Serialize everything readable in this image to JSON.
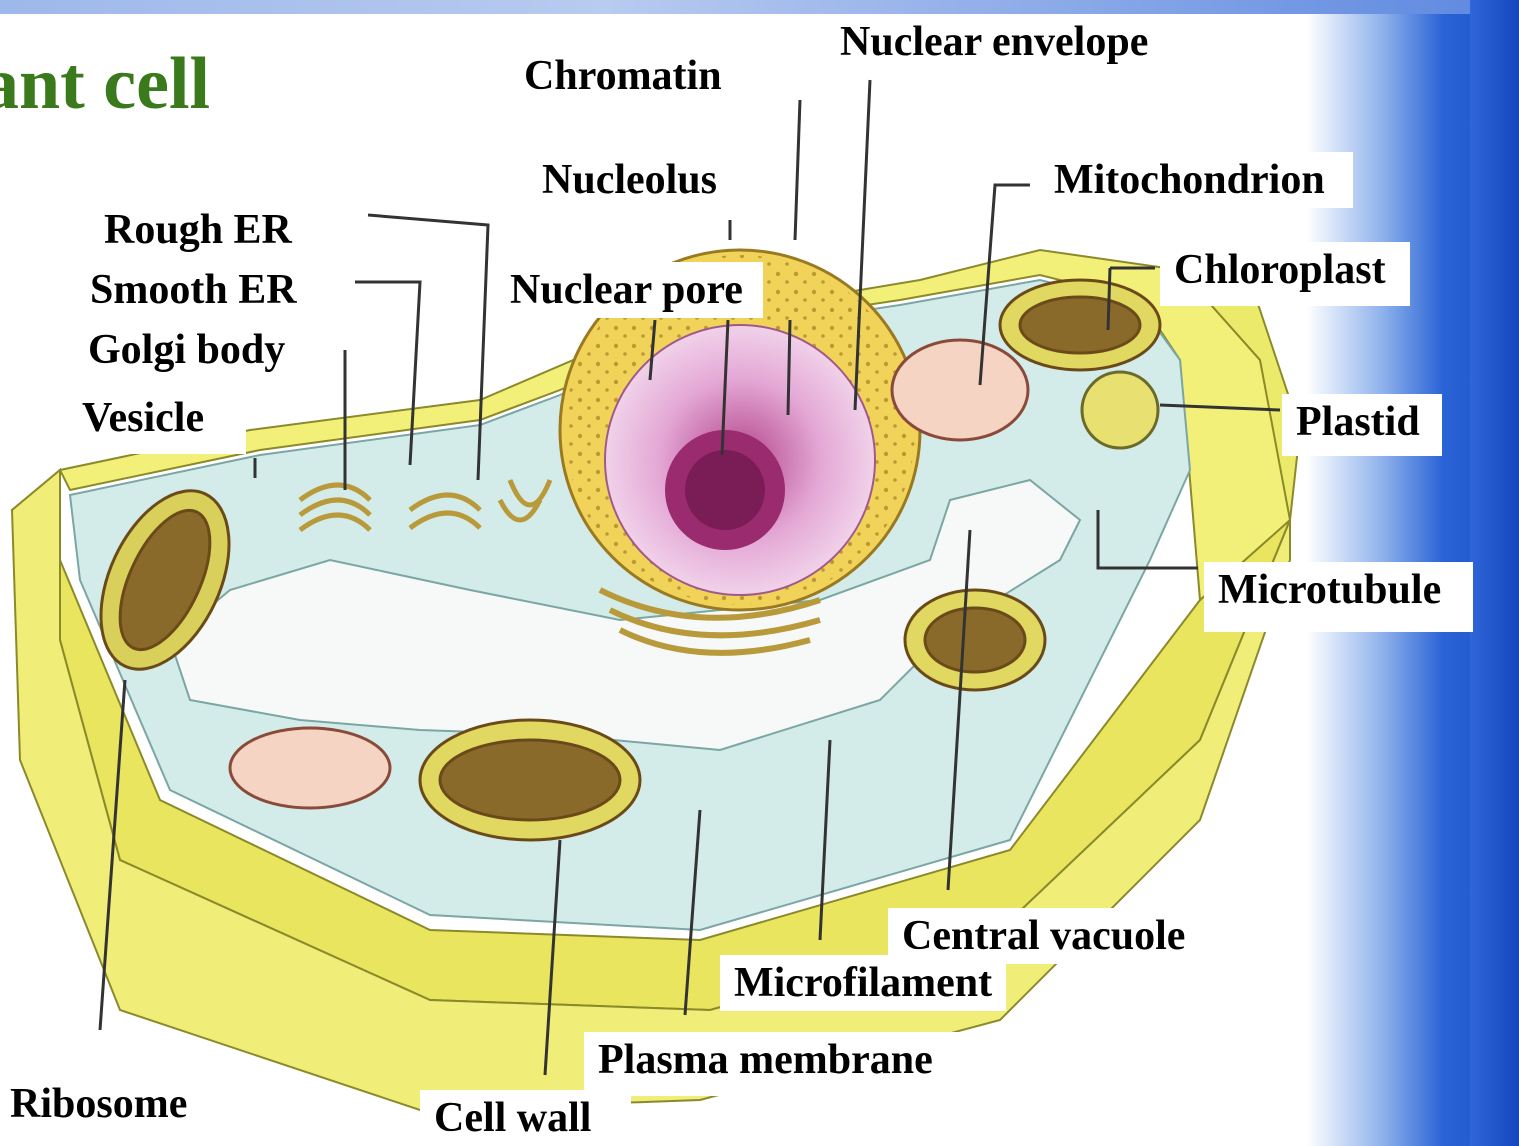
{
  "title": "ant cell",
  "labels": {
    "chromatin": "Chromatin",
    "nuclear_envelope": "Nuclear envelope",
    "nucleolus": "Nucleolus",
    "mitochondrion": "Mitochondrion",
    "rough_er": "Rough ER",
    "smooth_er": "Smooth ER",
    "golgi_body": "Golgi body",
    "vesicle": "Vesicle",
    "nuclear_pore": "Nuclear pore",
    "chloroplast": "Chloroplast",
    "plastid": "Plastid",
    "microtubule": "Microtubule",
    "central_vacuole": "Central vacuole",
    "microfilament": "Microfilament",
    "plasma_membrane": "Plasma membrane",
    "ribosome": "Ribosome",
    "cell_wall": "Cell wall"
  },
  "colors": {
    "title": "#3a7a1c",
    "cell_wall": "#f3f07a",
    "cytoplasm": "#cfe8e6",
    "nucleus_envelope": "#f2d35a",
    "nucleoplasm": "#e6b7db",
    "nucleolus": "#9a2b6e",
    "organelle": "#7a5a2a",
    "background_band": "#1a4fc8"
  }
}
